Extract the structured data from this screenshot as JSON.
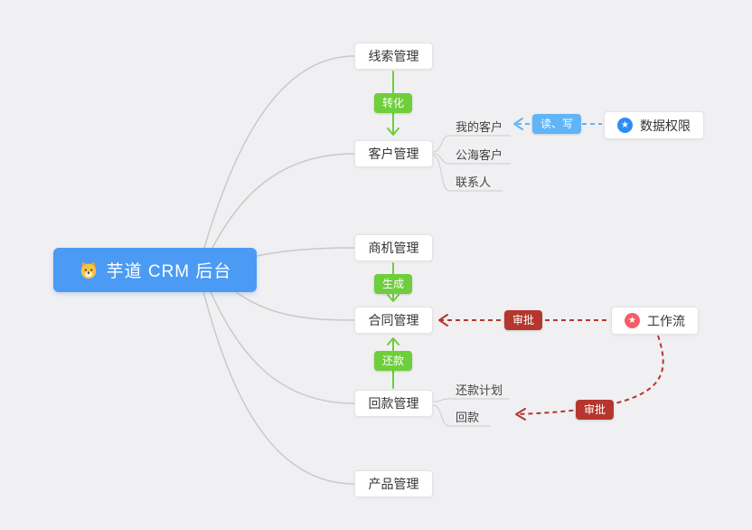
{
  "root": {
    "label": "芋道 CRM 后台"
  },
  "branches": {
    "lead": "线索管理",
    "customer": "客户管理",
    "business": "商机管理",
    "contract": "合同管理",
    "receivable": "回款管理",
    "product": "产品管理"
  },
  "customer_children": [
    "我的客户",
    "公海客户",
    "联系人"
  ],
  "receivable_children": [
    "还款计划",
    "回款"
  ],
  "right_nodes": {
    "data_permission": "数据权限",
    "workflow": "工作流"
  },
  "badges": {
    "convert": "转化",
    "generate": "生成",
    "repay": "还款",
    "read_write": "读、写",
    "approve_contract": "审批",
    "approve_receivable": "审批"
  },
  "colors": {
    "background": "#f0f0f2",
    "root_bg": "#4b9bf5",
    "badge_green": "#6fce3b",
    "badge_blue": "#60b4f8",
    "badge_red": "#b5362e",
    "star_blue": "#2e8cf6",
    "star_red": "#f25e68",
    "line_gray": "#c9c9c9"
  }
}
